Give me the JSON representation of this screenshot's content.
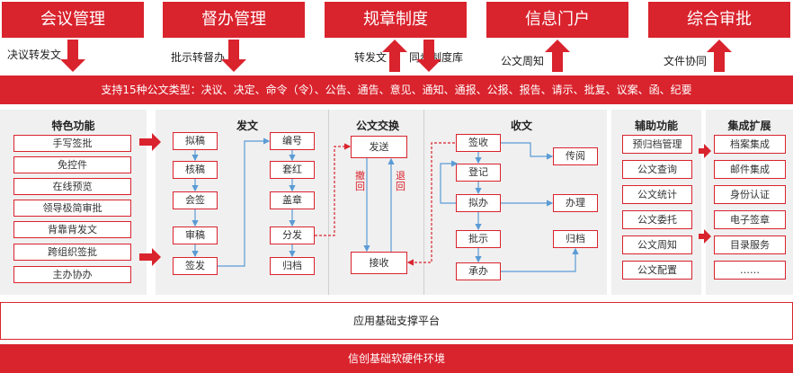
{
  "top": {
    "meeting": "会议管理",
    "supervise": "督办管理",
    "rules": "规章制度",
    "portal": "信息门户",
    "approval": "综合审批"
  },
  "links": {
    "resolution_to_doc": "决议转发文",
    "instruction_to_supervise": "批示转督办",
    "forward_doc": "转发文",
    "sync_rules": "同步制度库",
    "doc_notice": "公文周知",
    "file_collab": "文件协同"
  },
  "band_text": "支持15种公文类型：决议、决定、命令（令）、公告、通告、意见、通知、通报、公报、报告、请示、批复、议案、函、纪要",
  "features": {
    "title": "特色功能",
    "items": [
      "手写签批",
      "免控件",
      "在线预览",
      "领导极简审批",
      "背靠背发文",
      "跨组织签批",
      "主办协办"
    ]
  },
  "send": {
    "title": "发文",
    "col1": [
      "拟稿",
      "核稿",
      "会签",
      "审稿",
      "签发"
    ],
    "col2": [
      "编号",
      "套红",
      "盖章",
      "分发",
      "归档"
    ]
  },
  "exchange": {
    "title": "公文交换",
    "send": "发送",
    "receive": "接收",
    "withdraw": "撤回",
    "return": "退回"
  },
  "receive": {
    "title": "收文",
    "main": [
      "签收",
      "登记",
      "拟办",
      "批示",
      "承办"
    ],
    "circulate": "传阅",
    "handle": "办理",
    "archive": "归档"
  },
  "aux": {
    "title": "辅助功能",
    "items": [
      "预归档管理",
      "公文查询",
      "公文统计",
      "公文委托",
      "公文周知",
      "公文配置"
    ]
  },
  "integration": {
    "title": "集成扩展",
    "items": [
      "档案集成",
      "邮件集成",
      "身份认证",
      "电子签章",
      "目录服务",
      "……"
    ]
  },
  "platform": "应用基础支撑平台",
  "infra": "信创基础软硬件环境",
  "colors": {
    "red": "#d9232d",
    "blue": "#5b9bd5",
    "panel": "#f0f0f0"
  }
}
